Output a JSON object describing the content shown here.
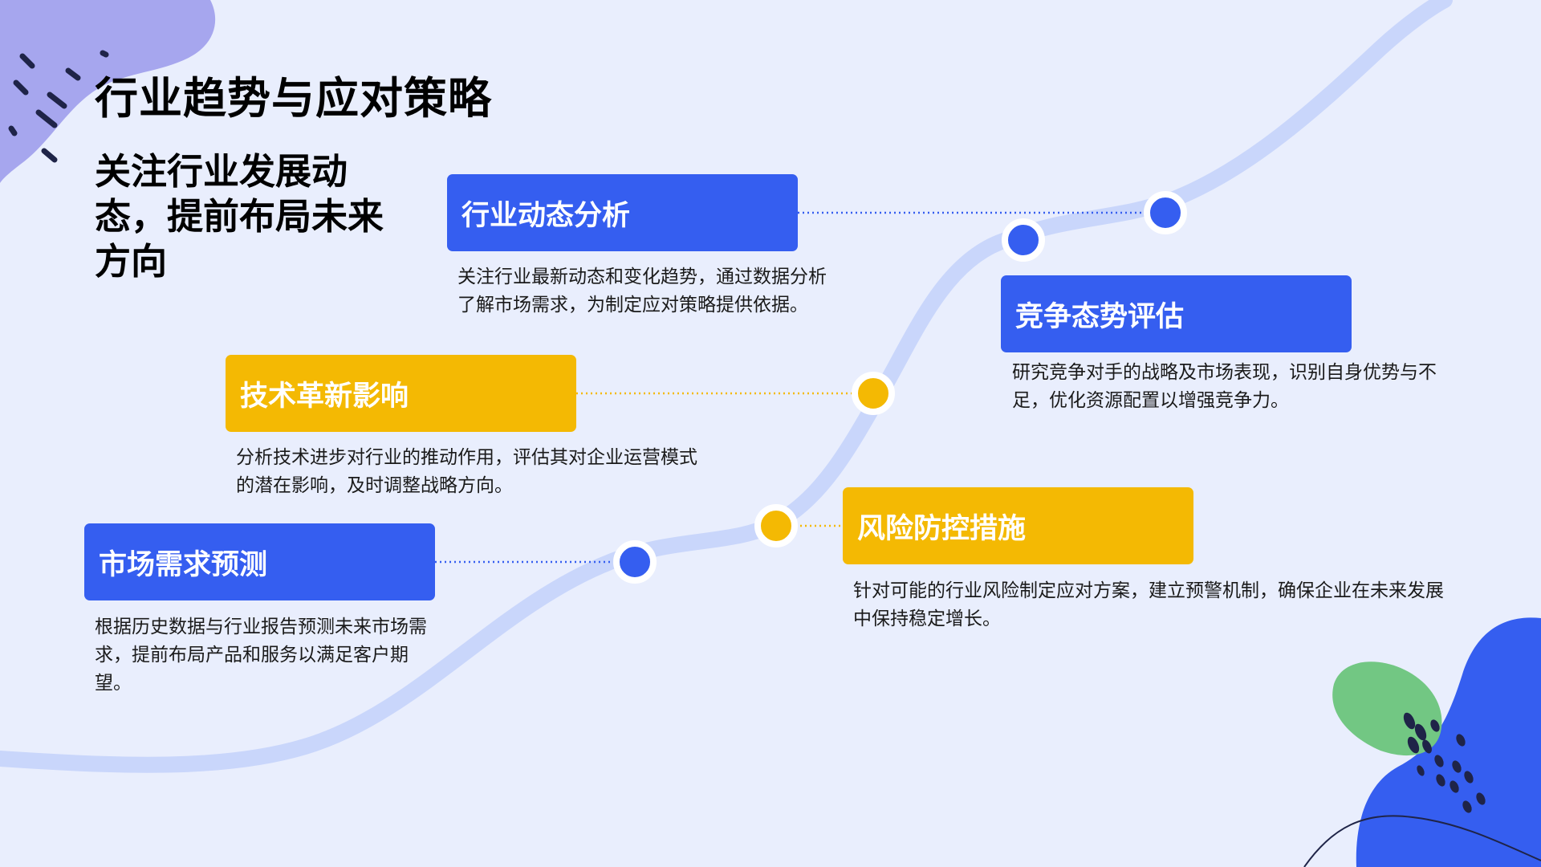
{
  "title": "行业趋势与应对策略",
  "subtitle": "关注行业发展动态，提前布局未来方向",
  "colors": {
    "background": "#e9eefd",
    "blue": "#355ef0",
    "yellow": "#f4b903",
    "path": "#c9d6fb",
    "green_blob": "#72c783",
    "lavender_blob": "#a6a6ee",
    "dark_marks": "#1f2448"
  },
  "nodes": [
    {
      "label": "市场需求预测",
      "desc": "根据历史数据与行业报告预测未来市场需求，提前布局产品和服务以满足客户期望。",
      "color": "blue"
    },
    {
      "label": "技术革新影响",
      "desc": "分析技术进步对行业的推动作用，评估其对企业运营模式的潜在影响，及时调整战略方向。",
      "color": "yellow"
    },
    {
      "label": "行业动态分析",
      "desc": "关注行业最新动态和变化趋势，通过数据分析了解市场需求，为制定应对策略提供依据。",
      "color": "blue"
    },
    {
      "label": "风险防控措施",
      "desc": "针对可能的行业风险制定应对方案，建立预警机制，确保企业在未来发展中保持稳定增长。",
      "color": "yellow"
    },
    {
      "label": "竞争态势评估",
      "desc": "研究竞争对手的战略及市场表现，识别自身优势与不足，优化资源配置以增强竞争力。",
      "color": "blue"
    }
  ]
}
